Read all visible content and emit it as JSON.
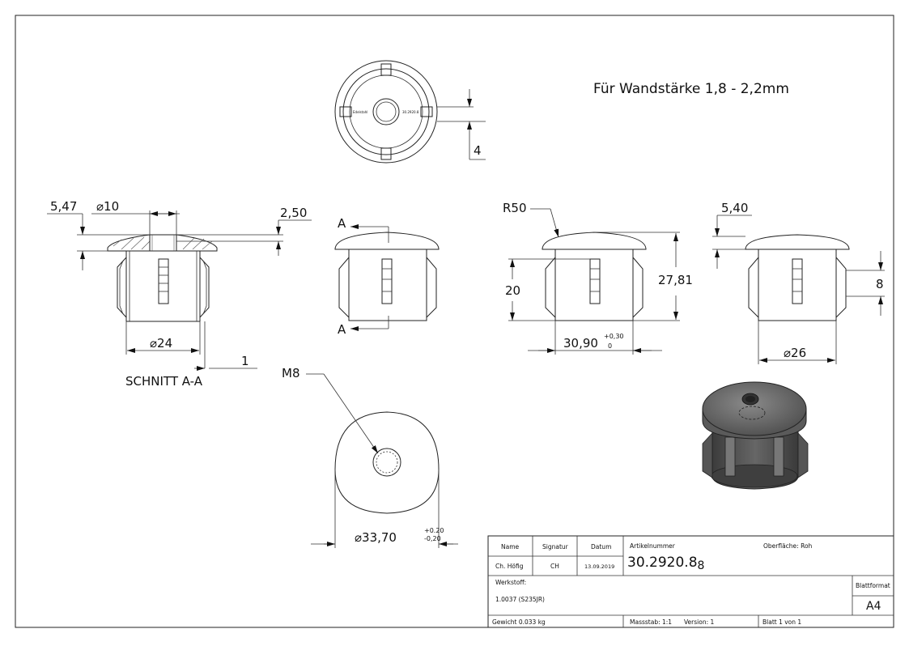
{
  "note": "Für Wandstärke 1,8 - 2,2mm",
  "dimensions": {
    "top_view_4": "4",
    "section_547": "5,47",
    "section_d10": "10",
    "section_250": "2,50",
    "section_d24": "24",
    "section_1": "1",
    "section_label": "SCHNITT A-A",
    "cut_a_top": "A",
    "cut_a_bottom": "A",
    "r50": "R50",
    "h20": "20",
    "h2781": "27,81",
    "w3090": "30,90",
    "w3090_tol_upper": "+0,30",
    "w3090_tol_lower": "0",
    "right_540": "5,40",
    "right_8": "8",
    "right_d26": "26",
    "m8": "M8",
    "d3370": "33,70",
    "d3370_tol_upper": "+0.20",
    "d3370_tol_lower": "-0,20"
  },
  "title_block": {
    "col_name": "Name",
    "col_signatur": "Signatur",
    "col_datum": "Datum",
    "col_artikel": "Artikelnummer",
    "oberflaeche": "Oberfläche: Roh",
    "name": "Ch. Höfig",
    "signatur": "CH",
    "datum": "13.09.2019",
    "artikelnummer": "30.2920.8",
    "artikel_suffix": "8",
    "werkstoff_label": "Werkstoff:",
    "werkstoff": "1.0037 (S235JR)",
    "blattformat_label": "Blattformat",
    "blattformat": "A4",
    "gewicht": "Gewicht 0.033 kg",
    "massstab": "Massstab: 1:1",
    "version": "Version: 1",
    "blatt": "Blatt 1 von 1"
  }
}
